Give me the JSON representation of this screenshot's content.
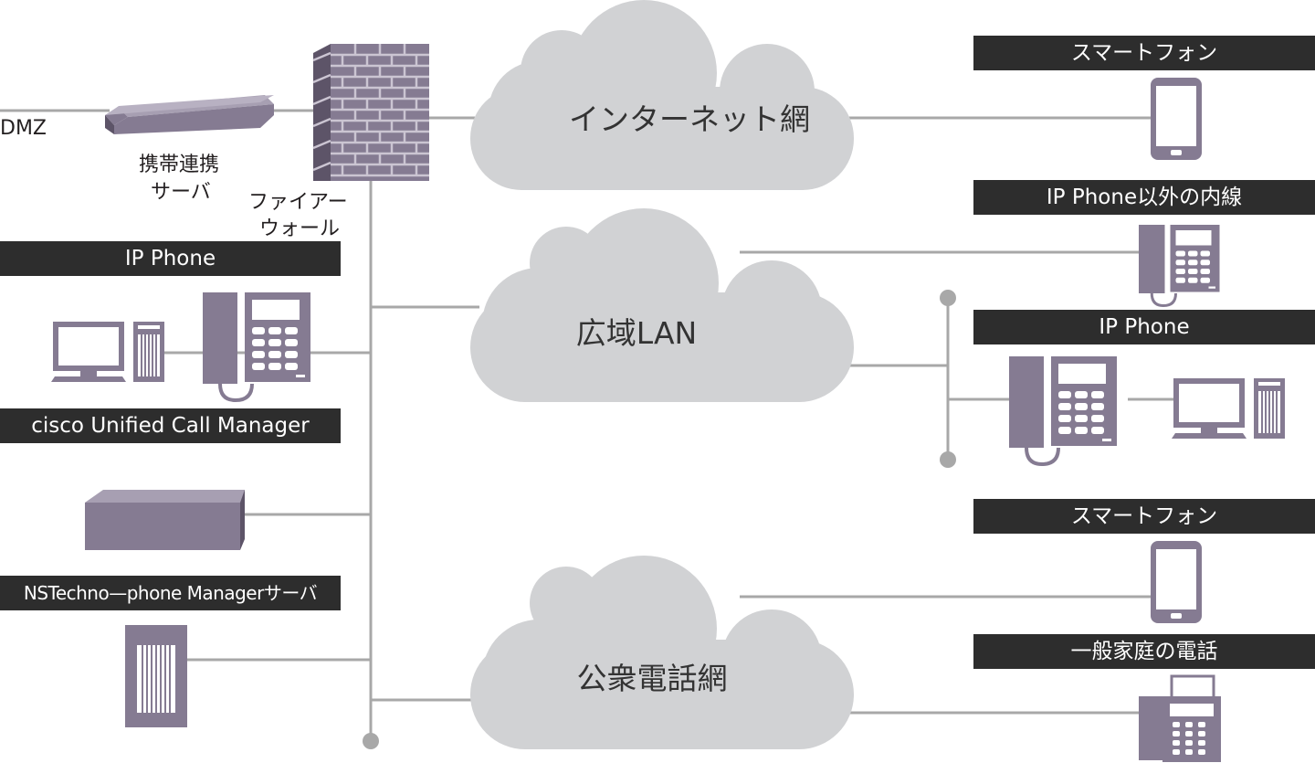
{
  "clouds": {
    "internet": "インターネット網",
    "wan": "広域LAN",
    "pstn": "公衆電話網"
  },
  "left": {
    "dmz": "DMZ",
    "mobile_server": [
      "携帯連携",
      "サーバ"
    ],
    "firewall": [
      "ファイアー",
      "ウォール"
    ],
    "ip_phone_label": "IP Phone",
    "cucm_label": "cisco Unified Call Manager",
    "nstechno_label": "NSTechno—phone Managerサーバ"
  },
  "right": {
    "smartphone_1": "スマートフォン",
    "extension": "IP Phone以外の内線",
    "ip_phone": "IP Phone",
    "smartphone_2": "スマートフォン",
    "home_phone": "一般家庭の電話"
  },
  "colors": {
    "device": "#857b92",
    "device_light": "#a79fb2",
    "device_dark": "#5d5468",
    "cloud": "#d1d2d4",
    "line": "#a8a8a8",
    "label_bg": "#2d2d2d"
  }
}
